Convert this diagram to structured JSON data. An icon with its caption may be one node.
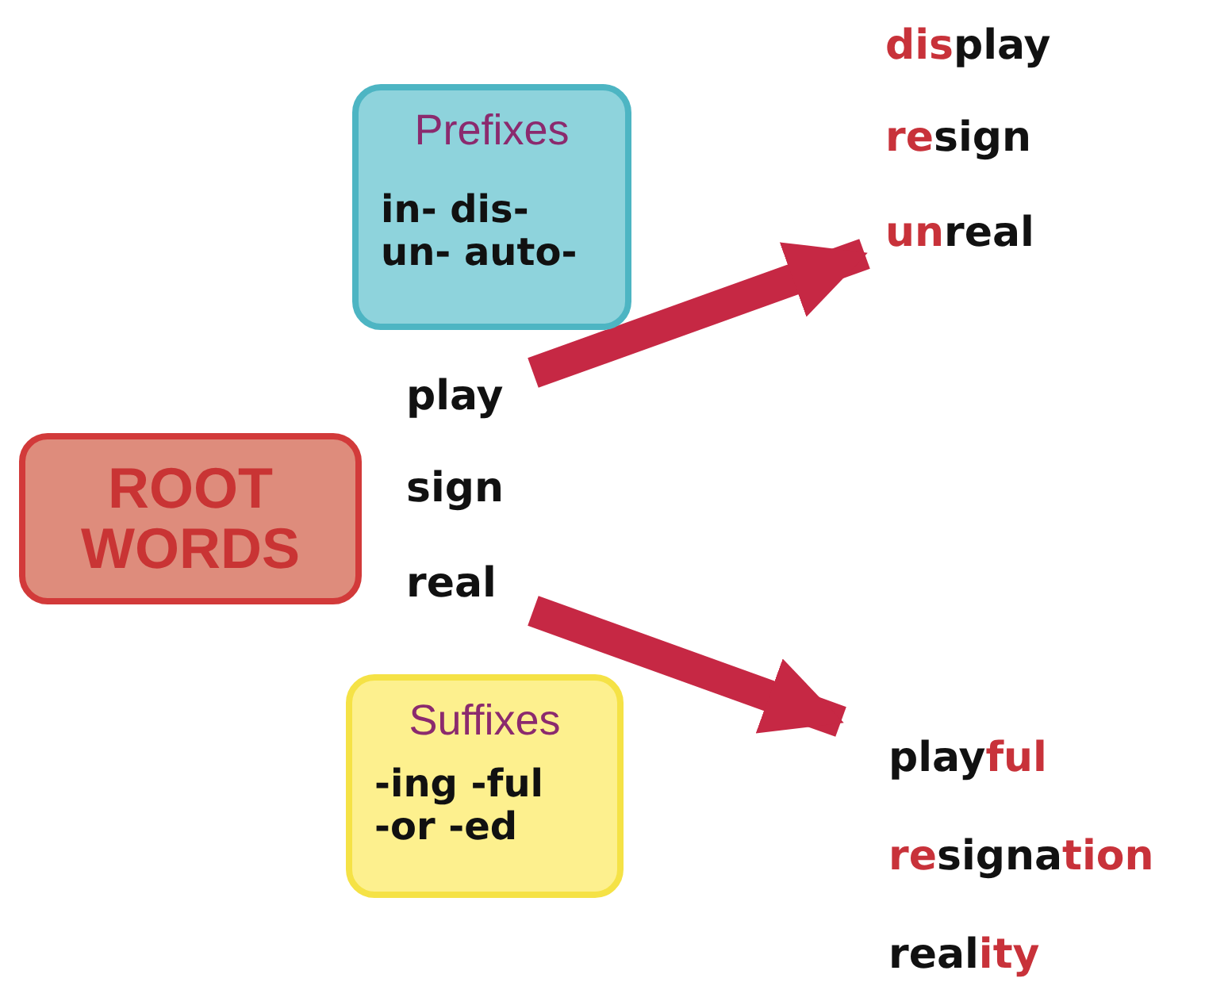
{
  "diagram": {
    "nodes": [
      {
        "text": [
          "ROOT WORDS"
        ]
      },
      {
        "text": [
          "Prefixes",
          "in- dis- un- auto-"
        ]
      },
      {
        "text": [
          "play",
          "sign",
          "real"
        ]
      },
      {
        "text": [
          "Suffixes",
          "-ing -ful -or -ed"
        ]
      },
      {
        "text": [
          "**dis**play",
          "**re**sign",
          "**un**real"
        ]
      },
      {
        "text": [
          "play**ful**",
          "**re**signa**tion**",
          "real**ity**"
        ]
      }
    ],
    "edges": [
      {
        "from": 2,
        "to": 4,
        "arrow": "to"
      },
      {
        "from": 2,
        "to": 5,
        "arrow": "to"
      }
    ]
  }
}
